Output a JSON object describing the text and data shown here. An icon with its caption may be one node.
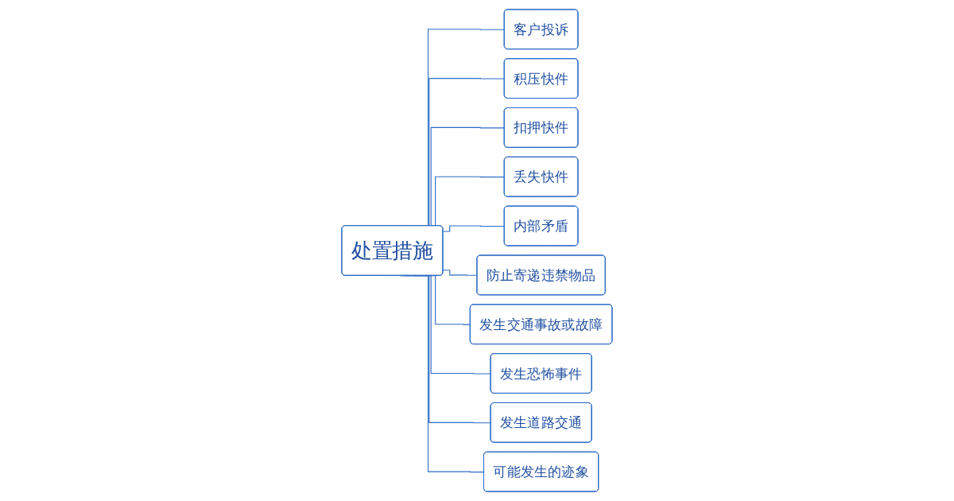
{
  "diagram": {
    "nodes": [
      {
        "text": [
          "处置措施"
        ]
      },
      {
        "text": [
          "客户投诉"
        ]
      },
      {
        "text": [
          "积压快件"
        ]
      },
      {
        "text": [
          "扣押快件"
        ]
      },
      {
        "text": [
          "丢失快件"
        ]
      },
      {
        "text": [
          "内部矛盾"
        ]
      },
      {
        "text": [
          "防止寄递违禁物品"
        ]
      },
      {
        "text": [
          "发生交通事故或故障"
        ]
      },
      {
        "text": [
          "发生恐怖事件"
        ]
      },
      {
        "text": [
          "发生道路交通"
        ]
      },
      {
        "text": [
          "可能发生的迹象"
        ]
      }
    ],
    "edges": [
      {
        "from": 0,
        "to": 1,
        "arrow": "none"
      },
      {
        "from": 0,
        "to": 2,
        "arrow": "none"
      },
      {
        "from": 0,
        "to": 3,
        "arrow": "none"
      },
      {
        "from": 0,
        "to": 4,
        "arrow": "none"
      },
      {
        "from": 0,
        "to": 5,
        "arrow": "none"
      },
      {
        "from": 0,
        "to": 6,
        "arrow": "none"
      },
      {
        "from": 0,
        "to": 7,
        "arrow": "none"
      },
      {
        "from": 0,
        "to": 8,
        "arrow": "none"
      },
      {
        "from": 0,
        "to": 9,
        "arrow": "none"
      },
      {
        "from": 0,
        "to": 10,
        "arrow": "none"
      }
    ]
  }
}
